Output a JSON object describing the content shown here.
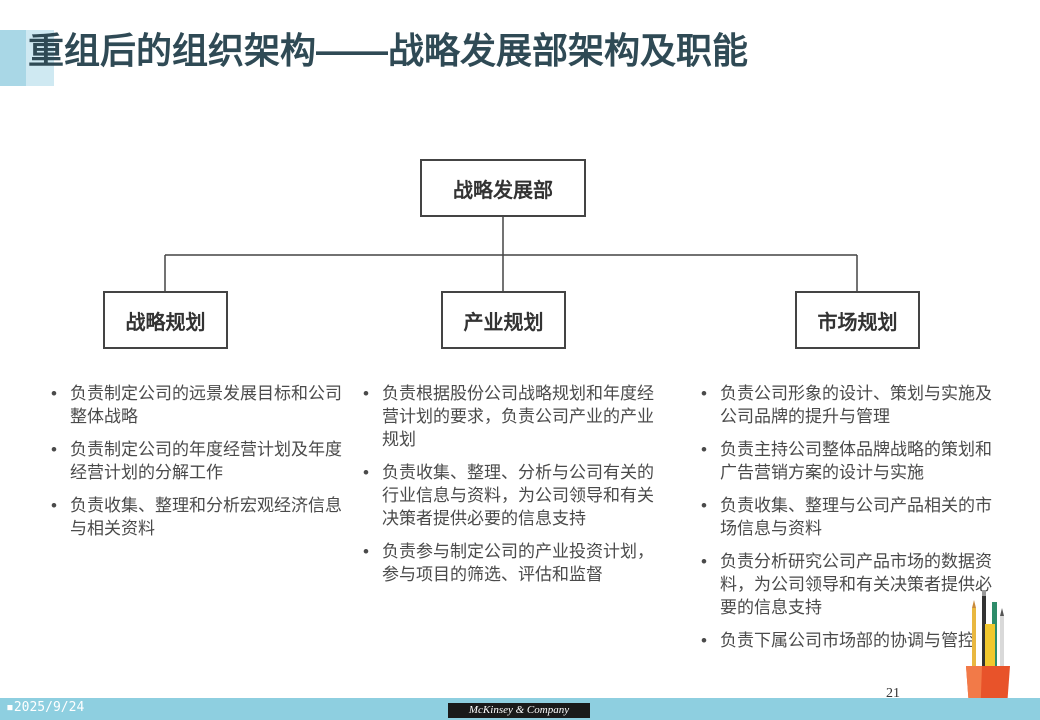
{
  "title": "重组后的组织架构——战略发展部架构及职能",
  "org": {
    "root": "战略发展部",
    "children": [
      "战略规划",
      "产业规划",
      "市场规划"
    ]
  },
  "columns": [
    {
      "items": [
        "负责制定公司的远景发展目标和公司整体战略",
        "负责制定公司的年度经营计划及年度经营计划的分解工作",
        "负责收集、整理和分析宏观经济信息与相关资料"
      ]
    },
    {
      "items": [
        "负责根据股份公司战略规划和年度经营计划的要求，负责公司产业的产业规划",
        "负责收集、整理、分析与公司有关的行业信息与资料，为公司领导和有关决策者提供必要的信息支持",
        "负责参与制定公司的产业投资计划，参与项目的筛选、评估和监督"
      ]
    },
    {
      "items": [
        "负责公司形象的设计、策划与实施及公司品牌的提升与管理",
        "负责主持公司整体品牌战略的策划和广告营销方案的设计与实施",
        "负责收集、整理与公司产品相关的市场信息与资料",
        "负责分析研究公司产品市场的数据资料，为公司领导和有关决策者提供必要的信息支持",
        "负责下属公司市场部的协调与管控"
      ]
    }
  ],
  "bullet": "•",
  "footer": {
    "date": "2025/9/24",
    "date_marker": "▪",
    "page_number": "21",
    "brand": "McKinsey & Company"
  },
  "colors": {
    "title": "#2f4a55",
    "accent_dark": "#a9d7e6",
    "accent_light": "#cfe9f2",
    "footer_bar": "#8ecfe0",
    "box_border": "#444444"
  }
}
